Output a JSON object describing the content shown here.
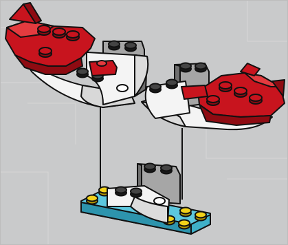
{
  "illustration": {
    "subject": "brick-build-assembly-step",
    "parts": [
      "left-wing-assembly",
      "right-wing-assembly",
      "base-plate-assembly"
    ],
    "colors": {
      "background": "#c9cacb",
      "panel_lines": "#dcdcdc",
      "red": "#c8141e",
      "red_dark": "#8e0b12",
      "red_light": "#e33b3f",
      "white": "#f4f4f4",
      "white_shadow": "#b9b9b9",
      "gray": "#a6a6a6",
      "gray_dark": "#6f6f6f",
      "black": "#1a1a1a",
      "yellow": "#f2d21a",
      "trans_blue": "#5cc7de",
      "trans_blue_dark": "#2d94ad",
      "outline": "#111111"
    }
  }
}
